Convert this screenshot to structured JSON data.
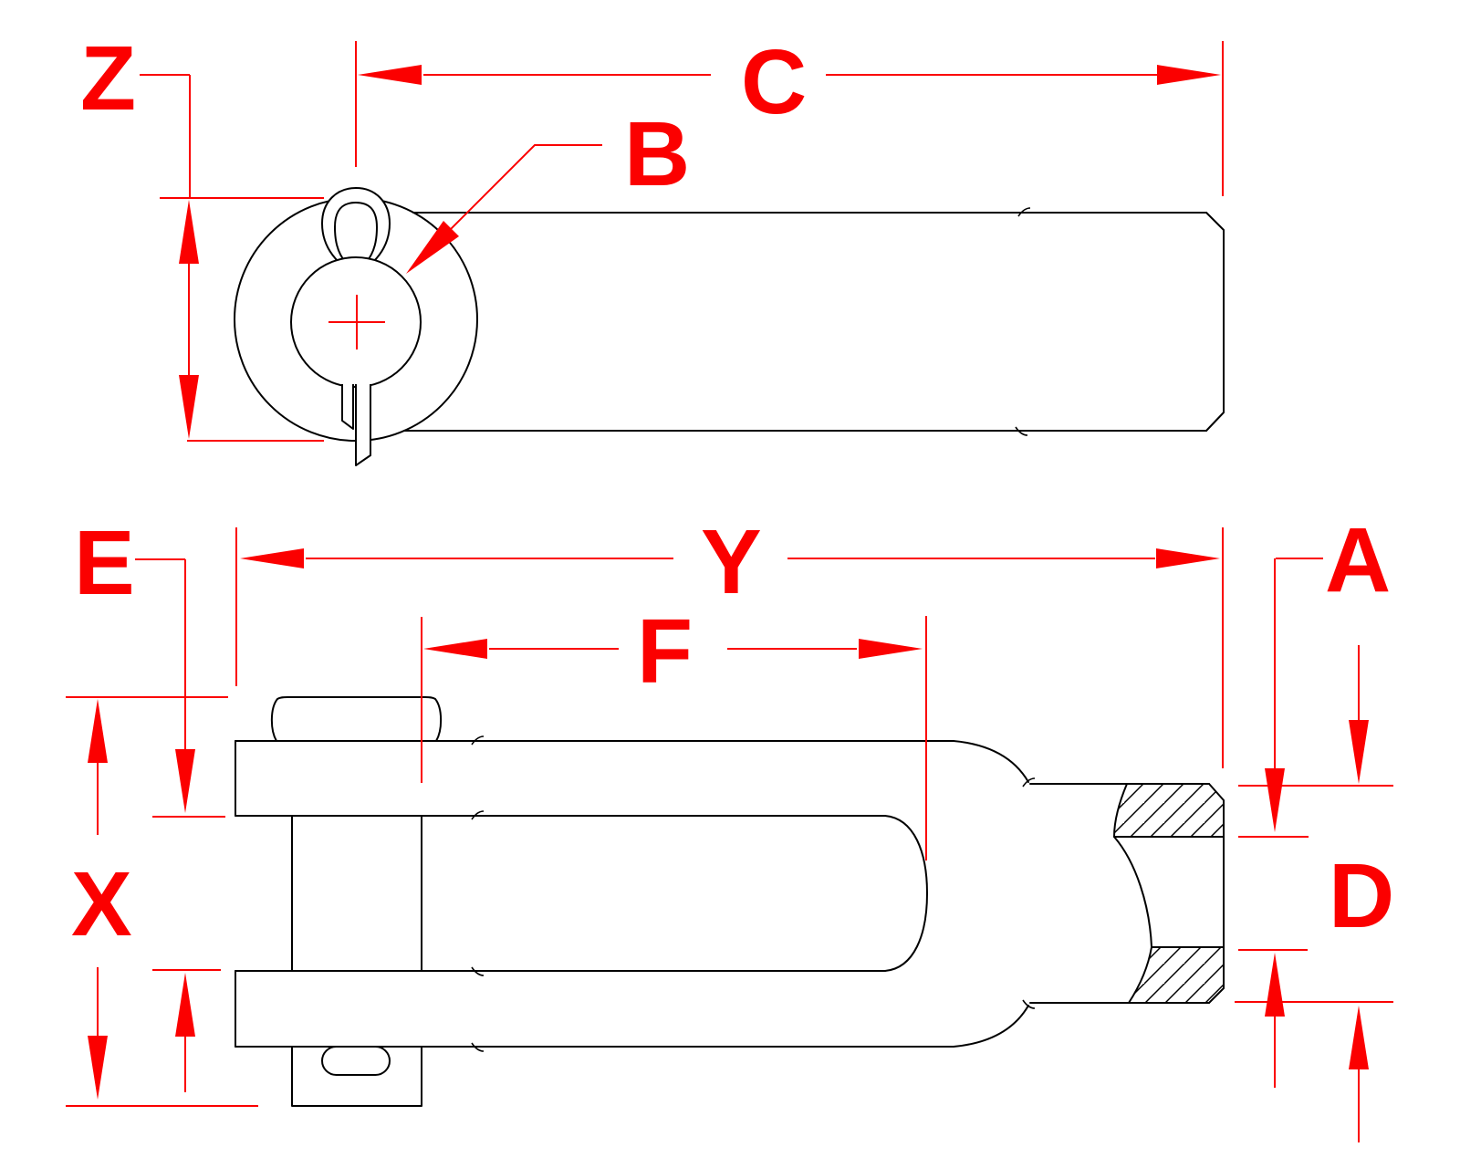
{
  "drawing": {
    "kind": "engineering dimension drawing of a clevis fork (swage fork) fitting, two orthographic views",
    "colors": {
      "dimension_red": "#fb0000",
      "geometry_black": "#000000",
      "background": "#ffffff"
    },
    "labels": {
      "z": "Z",
      "c": "C",
      "b": "B",
      "e": "E",
      "y": "Y",
      "f": "F",
      "a": "A",
      "x": "X",
      "d": "D"
    }
  }
}
